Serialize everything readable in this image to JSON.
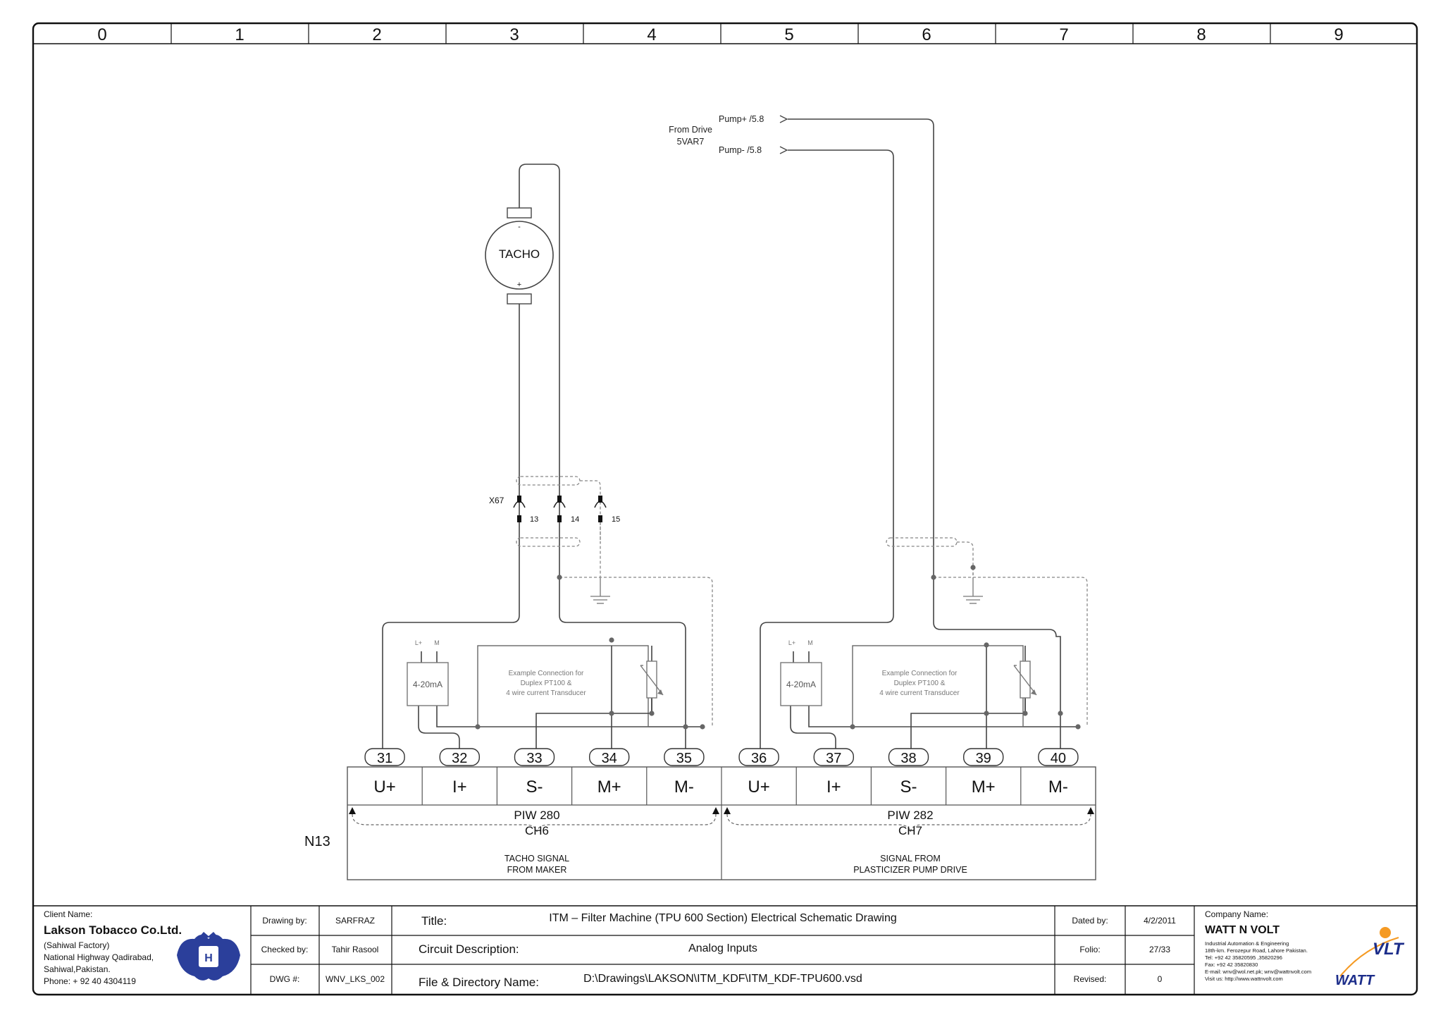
{
  "ruler": [
    "0",
    "1",
    "2",
    "3",
    "4",
    "5",
    "6",
    "7",
    "8",
    "9"
  ],
  "diagram": {
    "from_drive": "From Drive",
    "drive_id": "5VAR7",
    "pump_plus": "Pump+ /5.8",
    "pump_minus": "Pump- /5.8",
    "tacho": "TACHO",
    "tacho_minus": "-",
    "tacho_plus": "+",
    "connector": "X67",
    "pins": [
      "13",
      "14",
      "15"
    ],
    "lplus": "L+",
    "m": "M",
    "transducer": "4-20mA",
    "example_note": [
      "Example Connection for",
      "Duplex PT100 &",
      "4 wire current Transducer"
    ],
    "module": "N13",
    "terminal_numbers": [
      "31",
      "32",
      "33",
      "34",
      "35",
      "36",
      "37",
      "38",
      "39",
      "40"
    ],
    "terminal_labels": [
      "U+",
      "I+",
      "S-",
      "M+",
      "M-",
      "U+",
      "I+",
      "S-",
      "M+",
      "M-"
    ],
    "ch6": {
      "address": "PIW 280",
      "channel": "CH6",
      "signal": [
        "TACHO SIGNAL",
        "FROM MAKER"
      ]
    },
    "ch7": {
      "address": "PIW 282",
      "channel": "CH7",
      "signal": [
        "SIGNAL FROM",
        "PLASTICIZER PUMP DRIVE"
      ]
    }
  },
  "titleblock": {
    "client_label": "Client Name:",
    "client_name": "Lakson Tobacco Co.Ltd.",
    "client_addr": [
      "(Sahiwal Factory)",
      "National Highway Qadirabad,",
      "Sahiwal,Pakistan.",
      "Phone: + 92 40 4304119"
    ],
    "drawing_by_label": "Drawing by:",
    "drawing_by": "SARFRAZ",
    "checked_by_label": "Checked by:",
    "checked_by": "Tahir Rasool",
    "dwg_label": "DWG #:",
    "dwg": "WNV_LKS_002",
    "title_label": "Title:",
    "title": "ITM – Filter Machine (TPU 600 Section) Electrical Schematic Drawing",
    "circuit_label": "Circuit Description:",
    "circuit": "Analog Inputs",
    "file_label": "File & Directory Name:",
    "file": "D:\\Drawings\\LAKSON\\ITM_KDF\\ITM_KDF-TPU600.vsd",
    "dated_label": "Dated by:",
    "dated": "4/2/2011",
    "folio_label": "Folio:",
    "folio": "27/33",
    "revised_label": "Revised:",
    "revised": "0",
    "company_label": "Company Name:",
    "company": "WATT N VOLT",
    "company_lines": [
      "Industrial Automation & Engineering",
      "18th-km. Ferozepur Road, Lahore Pakistan.",
      "Tel: +92 42 35820595 ,35820296",
      "Fax: +92 42 35820830",
      "E-mail: wnv@wol.net.pk; wnv@wattnvolt.com",
      "Visit us: http://www.wattnvolt.com"
    ],
    "logo_text": "WATT VOLT"
  }
}
